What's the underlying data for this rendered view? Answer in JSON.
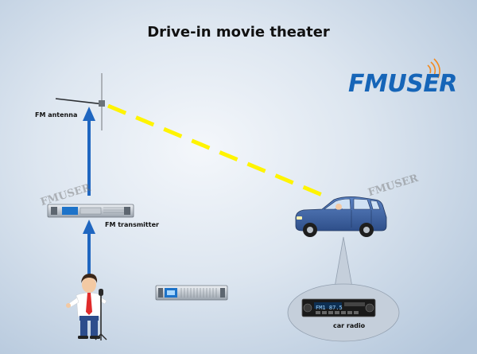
{
  "title": "Drive-in movie theater",
  "brand": "FMUSER",
  "labels": {
    "antenna": "FM antenna",
    "transmitter": "FM transmitter",
    "car_radio": "car radio"
  },
  "watermarks": [
    "FMUSER",
    "FMUSER"
  ],
  "radio_display": "FM1 87.5",
  "icons": [
    "fm-antenna-icon",
    "fm-transmitter-icon",
    "spare-transmitter-icon",
    "presenter-icon",
    "microphone-icon",
    "car-icon",
    "car-radio-icon",
    "wifi-signal-icon"
  ],
  "colors": {
    "brand": "#1665b8",
    "arrow": "#1f66c0",
    "signal": "#fff400",
    "car": "#3f66a8"
  }
}
